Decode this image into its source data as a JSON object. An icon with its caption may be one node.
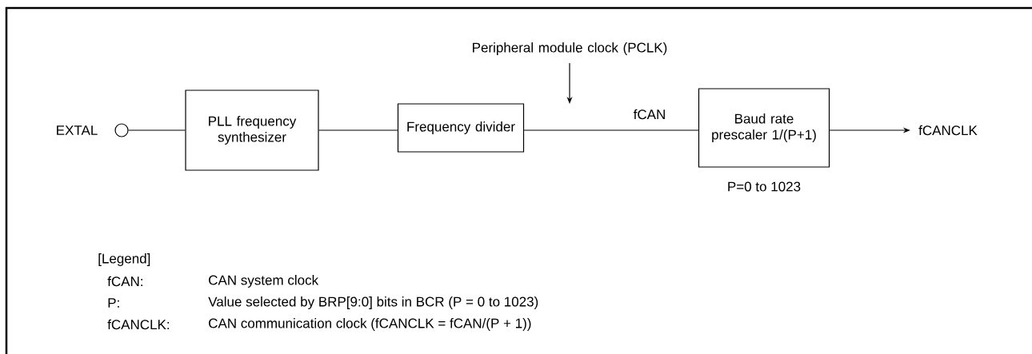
{
  "diagram": {
    "nodes": [
      {
        "text": [
          "EXTAL"
        ]
      },
      {
        "text": [],
        "shape": "circle"
      },
      {
        "text": [
          "PLL frequency synthesizer"
        ]
      },
      {
        "text": [
          "Frequency divider"
        ]
      },
      {
        "text": [
          "Peripheral module clock (PCLK)"
        ]
      },
      {
        "text": [
          "Baud rate prescaler 1/(P+1)"
        ],
        "beside": [
          "P=0 to 1023"
        ]
      },
      {
        "text": [
          "fCANCLK"
        ]
      }
    ],
    "edges": [
      {
        "from": 1,
        "to": 2,
        "arrow": "none"
      },
      {
        "from": 2,
        "to": 3,
        "arrow": "none"
      },
      {
        "from": 3,
        "to": 5,
        "arrow": "none",
        "label": "fCAN"
      },
      {
        "from": 4,
        "to": null,
        "arrow": "to"
      },
      {
        "from": 5,
        "to": 6,
        "arrow": "to"
      }
    ],
    "labels": [
      "[Legend]",
      "fCAN:",
      "CAN system clock",
      "P:",
      "Value selected by BRP[9:0] bits in BCR (P = 0 to 1023)",
      "fCANCLK:",
      "CAN communication clock (fCANCLK = fCAN/(P + 1))"
    ]
  }
}
